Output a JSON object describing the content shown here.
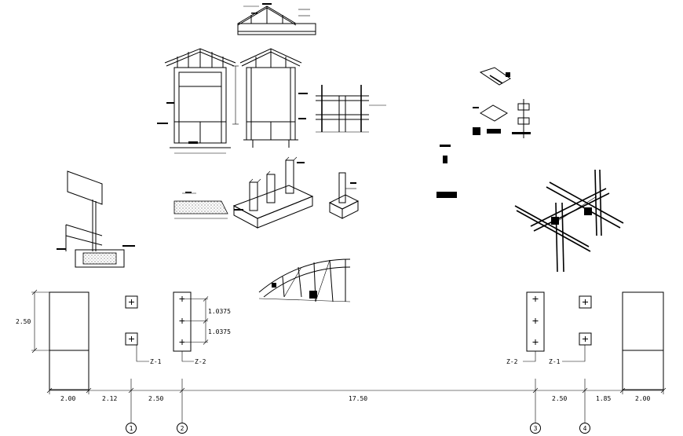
{
  "drawing": {
    "dimensions": {
      "bottom": [
        "2.00",
        "2.12",
        "2.50",
        "17.50",
        "2.50",
        "1.85",
        "2.00"
      ],
      "left_height": "2.50",
      "spacing_top": "1.0375",
      "spacing_bottom": "1.0375"
    },
    "footings": {
      "z1_left": "Z-1",
      "z2_left": "Z-2",
      "z2_right": "Z-2",
      "z1_right": "Z-1"
    },
    "gridlines": [
      "1",
      "2",
      "3",
      "4"
    ]
  }
}
